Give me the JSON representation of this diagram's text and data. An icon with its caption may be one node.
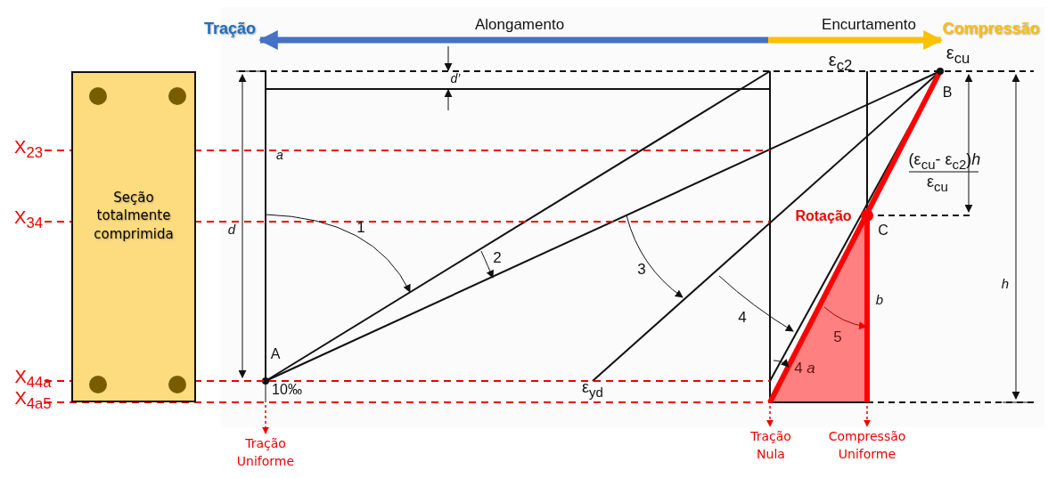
{
  "diagram": {
    "nodes": [
      {
        "text": [
          "Seção totalmente comprimida"
        ]
      },
      {
        "text": [
          "Tração Uniforme"
        ]
      },
      {
        "text": [
          "Tração Nula"
        ]
      },
      {
        "text": [
          "Compressão Uniforme"
        ]
      }
    ],
    "edges": [
      {
        "from": null,
        "to": 1,
        "arrow": "to",
        "style": "dashed"
      },
      {
        "from": null,
        "to": 2,
        "arrow": "to",
        "style": "dashed"
      },
      {
        "from": null,
        "to": 3,
        "arrow": "to",
        "style": "dashed"
      }
    ],
    "labels": [
      "Tração",
      "Alongamento",
      "Encurtamento",
      "Compressão",
      "ε$_{cu}$",
      "ε$_{c2}$",
      "d’",
      "B",
      "X$_{23}$",
      "a",
      "(ε$_{cu}$- ε$_{c2}$)*h*",
      "ε$_{cu}$",
      "X$_{34}$",
      "d",
      "1",
      "Rotação",
      "C",
      "2",
      "3",
      "h",
      "b",
      "4",
      "5",
      "A",
      "4 *a*",
      "X$_{44a}$",
      "X$_{4a5}$",
      "10‰",
      "ε$_{yd}$"
    ]
  }
}
